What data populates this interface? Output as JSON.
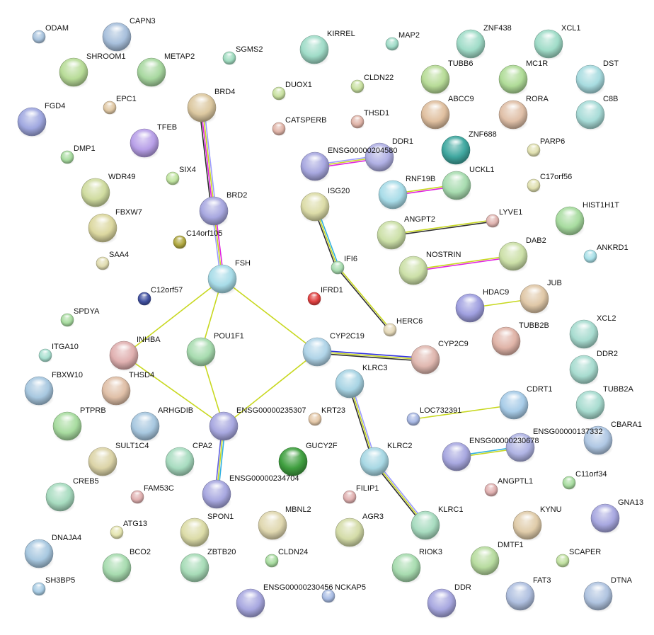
{
  "network": {
    "nodes": [
      {
        "name": "ODAM",
        "color": "#a9c4de"
      },
      {
        "name": "CAPN3",
        "color": "#a8c0dc"
      },
      {
        "name": "SHROOM1",
        "color": "#b8dc98"
      },
      {
        "name": "METAP2",
        "color": "#a8d8a0"
      },
      {
        "name": "SGMS2",
        "color": "#a0dcc0"
      },
      {
        "name": "FGD4",
        "color": "#a0a8e0"
      },
      {
        "name": "EPC1",
        "color": "#e0c8a4"
      },
      {
        "name": "TFEB",
        "color": "#b8a0e8"
      },
      {
        "name": "BRD4",
        "color": "#dcc8a0"
      },
      {
        "name": "DUOX1",
        "color": "#c8e0a0"
      },
      {
        "name": "CATSPERB",
        "color": "#e0b4a8"
      },
      {
        "name": "DMP1",
        "color": "#a8dca0"
      },
      {
        "name": "SIX4",
        "color": "#c0e4a0"
      },
      {
        "name": "WDR49",
        "color": "#d0dca0"
      },
      {
        "name": "BRD2",
        "color": "#a8a8e0"
      },
      {
        "name": "FBXW7",
        "color": "#dcd8a0"
      },
      {
        "name": "C14orf105",
        "color": "#b0a840"
      },
      {
        "name": "SAA4",
        "color": "#e0dcb0"
      },
      {
        "name": "FSH",
        "color": "#a8dce8"
      },
      {
        "name": "C12orf57",
        "color": "#4050a0"
      },
      {
        "name": "IFRD1",
        "color": "#e04040"
      },
      {
        "name": "SPDYA",
        "color": "#a8dca0"
      },
      {
        "name": "KIRREL",
        "color": "#a0dcc8"
      },
      {
        "name": "MAP2",
        "color": "#a0dcc8"
      },
      {
        "name": "CLDN22",
        "color": "#c8e0a0"
      },
      {
        "name": "THSD1",
        "color": "#e0b4a8"
      },
      {
        "name": "ZNF438",
        "color": "#a0dcc8"
      },
      {
        "name": "XCL1",
        "color": "#a0dcc8"
      },
      {
        "name": "TUBB6",
        "color": "#b8dc98"
      },
      {
        "name": "MC1R",
        "color": "#b0dc98"
      },
      {
        "name": "DST",
        "color": "#a8dce0"
      },
      {
        "name": "ABCC9",
        "color": "#e0c0a0"
      },
      {
        "name": "RORA",
        "color": "#e0c0a8"
      },
      {
        "name": "C8B",
        "color": "#a8dcd8"
      },
      {
        "name": "ZNF688",
        "color": "#40a8a0"
      },
      {
        "name": "ENSG00000204580",
        "color": "#a8a8e0"
      },
      {
        "name": "DDR1",
        "color": "#b0b0e4"
      },
      {
        "name": "PARP6",
        "color": "#e0e0b0"
      },
      {
        "name": "RNF19B",
        "color": "#a8dce8"
      },
      {
        "name": "UCKL1",
        "color": "#a8dcb0"
      },
      {
        "name": "C17orf56",
        "color": "#e0e0b0"
      },
      {
        "name": "ISG20",
        "color": "#dcdca8"
      },
      {
        "name": "LYVE1",
        "color": "#e0b4b0"
      },
      {
        "name": "HIST1H1T",
        "color": "#a8dca0"
      },
      {
        "name": "ANGPT2",
        "color": "#cce0a8"
      },
      {
        "name": "DAB2",
        "color": "#cce0a8"
      },
      {
        "name": "ANKRD1",
        "color": "#a8e0e8"
      },
      {
        "name": "NOSTRIN",
        "color": "#cce0a8"
      },
      {
        "name": "IFI6",
        "color": "#a8dcb0"
      },
      {
        "name": "HDAC9",
        "color": "#a0a0e0"
      },
      {
        "name": "JUB",
        "color": "#e0c8a8"
      },
      {
        "name": "HERC6",
        "color": "#e4d8b8"
      },
      {
        "name": "TUBB2B",
        "color": "#e0b4a8"
      },
      {
        "name": "XCL2",
        "color": "#a8dcd0"
      },
      {
        "name": "ITGA10",
        "color": "#a8e0d0"
      },
      {
        "name": "INHBA",
        "color": "#e0b0b0"
      },
      {
        "name": "POU1F1",
        "color": "#a8dcb0"
      },
      {
        "name": "CYP2C19",
        "color": "#b0d4e8"
      },
      {
        "name": "CYP2C9",
        "color": "#e0b8b0"
      },
      {
        "name": "DDR2",
        "color": "#a8dcd0"
      },
      {
        "name": "FBXW10",
        "color": "#a8c8e0"
      },
      {
        "name": "THSD4",
        "color": "#e0c0a8"
      },
      {
        "name": "KLRC3",
        "color": "#a8d4e4"
      },
      {
        "name": "TUBB2A",
        "color": "#a8dcd0"
      },
      {
        "name": "CDRT1",
        "color": "#a8cce8"
      },
      {
        "name": "PTPRB",
        "color": "#a8dca0"
      },
      {
        "name": "ARHGDIB",
        "color": "#a8c8e0"
      },
      {
        "name": "ENSG00000235307",
        "color": "#a8a8e0"
      },
      {
        "name": "KRT23",
        "color": "#e4c8a8"
      },
      {
        "name": "LOC732391",
        "color": "#a8b8e4"
      },
      {
        "name": "CBARA1",
        "color": "#b0c8e4"
      },
      {
        "name": "ENSG00000137332",
        "color": "#b0b4e4"
      },
      {
        "name": "ENSG00000230678",
        "color": "#a8a8e0"
      },
      {
        "name": "SULT1C4",
        "color": "#dcd4a8"
      },
      {
        "name": "CPA2",
        "color": "#a8dcc0"
      },
      {
        "name": "GUCY2F",
        "color": "#40a040"
      },
      {
        "name": "KLRC2",
        "color": "#a8d8e4"
      },
      {
        "name": "C11orf34",
        "color": "#a8dca0"
      },
      {
        "name": "CREB5",
        "color": "#a8dcc0"
      },
      {
        "name": "FAM53C",
        "color": "#e0b0b0"
      },
      {
        "name": "ENSG00000234704",
        "color": "#a8a8e0"
      },
      {
        "name": "FILIP1",
        "color": "#e0b0b0"
      },
      {
        "name": "ANGPTL1",
        "color": "#e0b0b0"
      },
      {
        "name": "GNA13",
        "color": "#a8a8e0"
      },
      {
        "name": "KYNU",
        "color": "#e0ccaa"
      },
      {
        "name": "SPON1",
        "color": "#dcdca8"
      },
      {
        "name": "MBNL2",
        "color": "#e0d8b0"
      },
      {
        "name": "AGR3",
        "color": "#d4dca8"
      },
      {
        "name": "KLRC1",
        "color": "#a8dcc0"
      },
      {
        "name": "ATG13",
        "color": "#e4e4b0"
      },
      {
        "name": "DNAJA4",
        "color": "#a8c8e0"
      },
      {
        "name": "CLDN24",
        "color": "#a8dca0"
      },
      {
        "name": "BCO2",
        "color": "#a8dcb0"
      },
      {
        "name": "ZBTB20",
        "color": "#a8dcb8"
      },
      {
        "name": "RIOK3",
        "color": "#a8dcb0"
      },
      {
        "name": "DMTF1",
        "color": "#b8dca0"
      },
      {
        "name": "SCAPER",
        "color": "#c0e0a0"
      },
      {
        "name": "SH3BP5",
        "color": "#a8cce4"
      },
      {
        "name": "ENSG00000230456",
        "color": "#a8a8e0"
      },
      {
        "name": "NCKAP5",
        "color": "#a8bce4"
      },
      {
        "name": "DDR",
        "color": "#a8a8e0"
      },
      {
        "name": "FAT3",
        "color": "#b0c0e0"
      },
      {
        "name": "DTNA",
        "color": "#b0c4e0"
      }
    ],
    "edges": [
      {
        "from": "BRD4",
        "to": "BRD2",
        "colors": [
          "#9b9bff",
          "#c8d820",
          "#e020e0",
          "#303030"
        ]
      },
      {
        "from": "BRD2",
        "to": "FSH",
        "colors": [
          "#e020e0",
          "#c8d820",
          "#9b9bff"
        ]
      },
      {
        "from": "FSH",
        "to": "INHBA",
        "colors": [
          "#c8d820"
        ]
      },
      {
        "from": "FSH",
        "to": "POU1F1",
        "colors": [
          "#c8d820"
        ]
      },
      {
        "from": "FSH",
        "to": "CYP2C19",
        "colors": [
          "#c8d820"
        ]
      },
      {
        "from": "INHBA",
        "to": "ENSG00000235307",
        "colors": [
          "#c8d820"
        ]
      },
      {
        "from": "POU1F1",
        "to": "ENSG00000235307",
        "colors": [
          "#c8d820"
        ]
      },
      {
        "from": "CYP2C19",
        "to": "ENSG00000235307",
        "colors": [
          "#c8d820"
        ]
      },
      {
        "from": "CYP2C19",
        "to": "CYP2C9",
        "colors": [
          "#3030e0",
          "#c8d820",
          "#303030"
        ]
      },
      {
        "from": "ENSG00000235307",
        "to": "ENSG00000234704",
        "colors": [
          "#30b0e0",
          "#c8d820",
          "#6060e0"
        ]
      },
      {
        "from": "ISG20",
        "to": "IFI6",
        "colors": [
          "#30b0e0",
          "#c8d820",
          "#303030"
        ]
      },
      {
        "from": "IFI6",
        "to": "HERC6",
        "colors": [
          "#c8d820",
          "#303030"
        ]
      },
      {
        "from": "ENSG00000204580",
        "to": "DDR1",
        "colors": [
          "#9b9bff",
          "#c8d820",
          "#e020e0"
        ]
      },
      {
        "from": "RNF19B",
        "to": "UCKL1",
        "colors": [
          "#c8d820",
          "#e020e0"
        ]
      },
      {
        "from": "ANGPT2",
        "to": "LYVE1",
        "colors": [
          "#c8d820",
          "#303030"
        ]
      },
      {
        "from": "NOSTRIN",
        "to": "DAB2",
        "colors": [
          "#c8d820",
          "#e020e0"
        ]
      },
      {
        "from": "HDAC9",
        "to": "JUB",
        "colors": [
          "#c8d820"
        ]
      },
      {
        "from": "LOC732391",
        "to": "CDRT1",
        "colors": [
          "#c8d820"
        ]
      },
      {
        "from": "ENSG00000230678",
        "to": "ENSG00000137332",
        "colors": [
          "#30b0e0",
          "#c8d820"
        ]
      },
      {
        "from": "KLRC3",
        "to": "KLRC2",
        "colors": [
          "#9b9bff",
          "#c8d820",
          "#303030"
        ]
      },
      {
        "from": "KLRC2",
        "to": "KLRC1",
        "colors": [
          "#9b9bff",
          "#c8d820",
          "#303030"
        ]
      }
    ]
  }
}
